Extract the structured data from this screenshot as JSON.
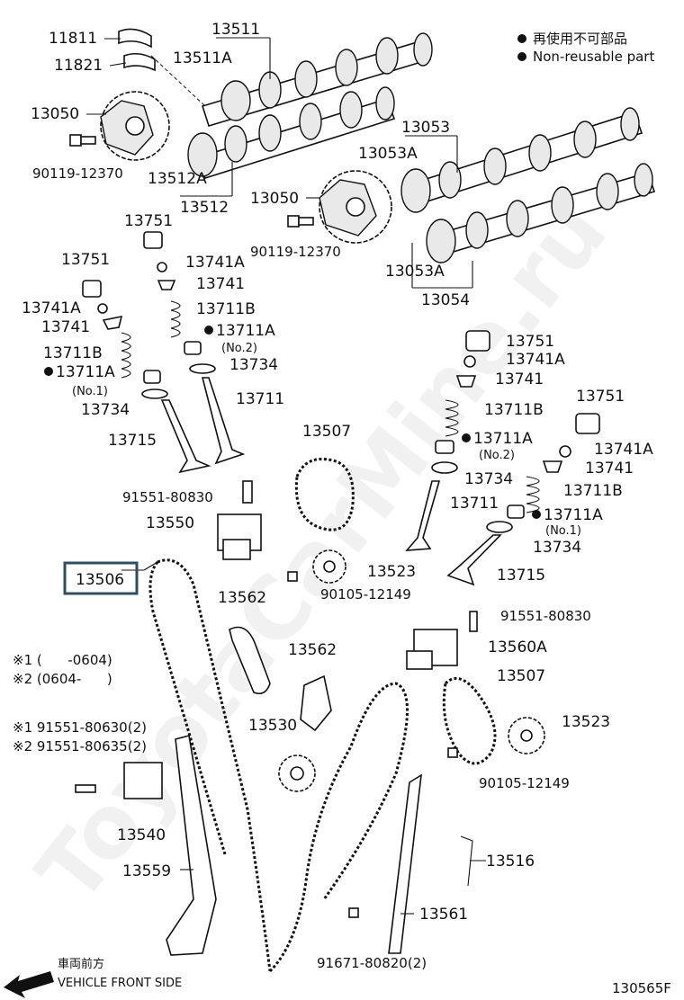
{
  "legend": {
    "non_reusable_jp": "再使用不可部品",
    "non_reusable_en": "Non-reusable part",
    "dot_color": "#111111"
  },
  "watermark": "ToyotaCarMine.ru",
  "highlight_color": "#2f4f5f",
  "labels": {
    "l11811": "11811",
    "l11821": "11821",
    "l13511": "13511",
    "l13511A": "13511A",
    "l13050a": "13050",
    "l90119a": "90119-12370",
    "l13512A": "13512A",
    "l13512": "13512",
    "l13053": "13053",
    "l13053A_top": "13053A",
    "l13050b": "13050",
    "l90119b": "90119-12370",
    "l13053A_bot": "13053A",
    "l13054": "13054",
    "l13751_a": "13751",
    "l13741A_a": "13741A",
    "l13741_a": "13741",
    "l13711B_a": "13711B",
    "l13711A_a": "13711A",
    "l_no2_a": "(No.2)",
    "l13734_a": "13734",
    "l13711_a": "13711",
    "l13751_b": "13751",
    "l13741A_b": "13741A",
    "l13741_b": "13741",
    "l13711B_b": "13711B",
    "l13711A_b": "13711A",
    "l_no1_a": "(No.1)",
    "l13734_b": "13734",
    "l13715_a": "13715",
    "l13751_c": "13751",
    "l13741A_c": "13741A",
    "l13741_c": "13741",
    "l13711B_c": "13711B",
    "l13711A_c": "13711A",
    "l_no2_b": "(No.2)",
    "l13734_c": "13734",
    "l13711_b": "13711",
    "l13751_d": "13751",
    "l13741A_d": "13741A",
    "l13741_d": "13741",
    "l13711B_d": "13711B",
    "l13711A_d": "13711A",
    "l_no1_b": "(No.1)",
    "l13734_d": "13734",
    "l13715_b": "13715",
    "l13507_a": "13507",
    "l91551_a": "91551-80830",
    "l13550": "13550",
    "l13506": "13506",
    "l13523_a": "13523",
    "l90105_a": "90105-12149",
    "l13562_a": "13562",
    "l91551_b": "91551-80830",
    "l13560A": "13560A",
    "l13507_b": "13507",
    "l13562_b": "13562",
    "l13530": "13530",
    "l13523_b": "13523",
    "l90105_b": "90105-12149",
    "l13540": "13540",
    "l13516": "13516",
    "l13559": "13559",
    "l13561": "13561",
    "l91671": "91671-80820(2)"
  },
  "notes": {
    "n1": "※1 (      -0604)",
    "n2": "※2 (0604-      )",
    "n3": "※1 91551-80630(2)",
    "n4": "※2 91551-80635(2)"
  },
  "direction": {
    "jp": "車両前方",
    "en": "VEHICLE FRONT SIDE"
  },
  "figure_code": "130565F"
}
